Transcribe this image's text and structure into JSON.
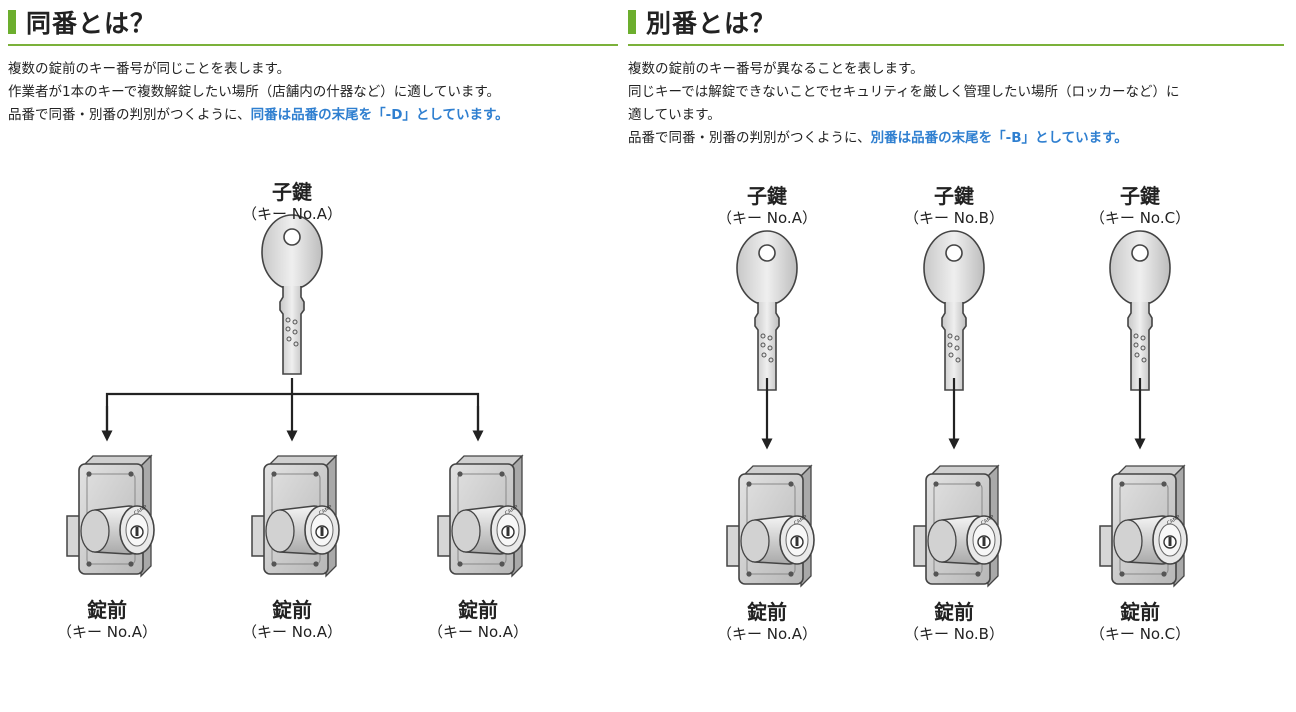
{
  "left": {
    "title": "同番とは？",
    "lines": [
      "複数の錠前のキー番号が同じことを表します。",
      "作業者が1本のキーで複数解錠したい場所（店舗内の什器など）に適しています。"
    ],
    "note_prefix": "品番で同番・別番の判別がつくように、",
    "note_highlight": "同番は品番の末尾を「-D」としています。",
    "key": {
      "label": "子鍵",
      "sub": "（キー No.A）"
    },
    "locks": [
      {
        "label": "錠前",
        "sub": "（キー No.A）"
      },
      {
        "label": "錠前",
        "sub": "（キー No.A）"
      },
      {
        "label": "錠前",
        "sub": "（キー No.A）"
      }
    ]
  },
  "right": {
    "title": "別番とは？",
    "lines": [
      "複数の錠前のキー番号が異なることを表します。",
      "同じキーでは解錠できないことでセキュリティを厳しく管理したい場所（ロッカーなど）に",
      "適しています。"
    ],
    "note_prefix": "品番で同番・別番の判別がつくように、",
    "note_highlight": "別番は品番の末尾を「-B」としています。",
    "keys": [
      {
        "label": "子鍵",
        "sub": "（キー No.A）"
      },
      {
        "label": "子鍵",
        "sub": "（キー No.B）"
      },
      {
        "label": "子鍵",
        "sub": "（キー No.C）"
      }
    ],
    "locks": [
      {
        "label": "錠前",
        "sub": "（キー No.A）"
      },
      {
        "label": "錠前",
        "sub": "（キー No.B）"
      },
      {
        "label": "錠前",
        "sub": "（キー No.C）"
      }
    ]
  },
  "colors": {
    "accent_green": "#6cae2e",
    "highlight_blue": "#2f7fd0"
  }
}
